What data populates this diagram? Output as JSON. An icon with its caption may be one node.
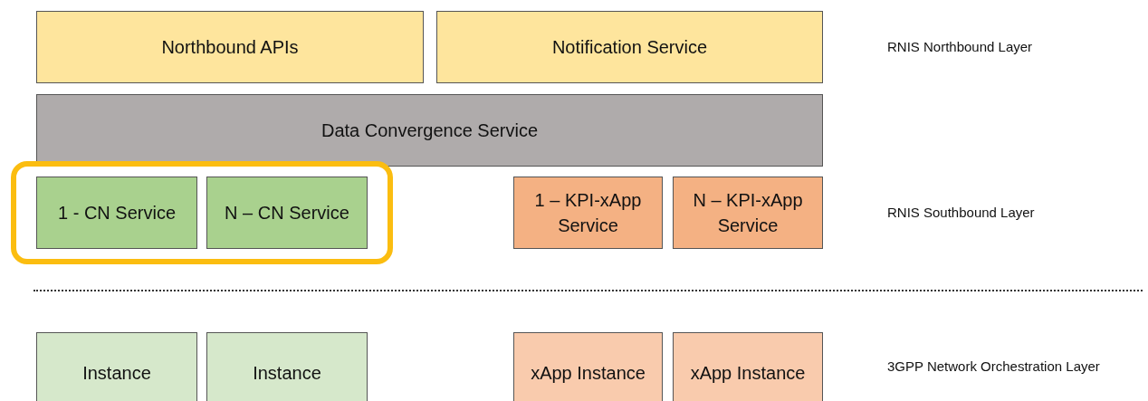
{
  "diagram": {
    "nodes": [
      {
        "text": [
          "Northbound APIs"
        ]
      },
      {
        "text": [
          "Notification Service"
        ]
      },
      {
        "text": [
          "Data Convergence Service"
        ]
      },
      {
        "text": [],
        "shape": "box"
      },
      {
        "text": [
          "1 - CN Service"
        ],
        "in": 3
      },
      {
        "text": [
          "N – CN Service"
        ],
        "in": 3
      },
      {
        "text": [
          "1 – KPI-xApp Service"
        ]
      },
      {
        "text": [
          "N – KPI-xApp Service"
        ]
      },
      {
        "text": [
          "Instance"
        ]
      },
      {
        "text": [
          "Instance"
        ]
      },
      {
        "text": [
          "xApp Instance"
        ]
      },
      {
        "text": [
          "xApp Instance"
        ]
      }
    ],
    "labels": [
      "RNIS Northbound Layer",
      "RNIS Southbound Layer",
      "3GPP Network Orchestration Layer"
    ]
  }
}
